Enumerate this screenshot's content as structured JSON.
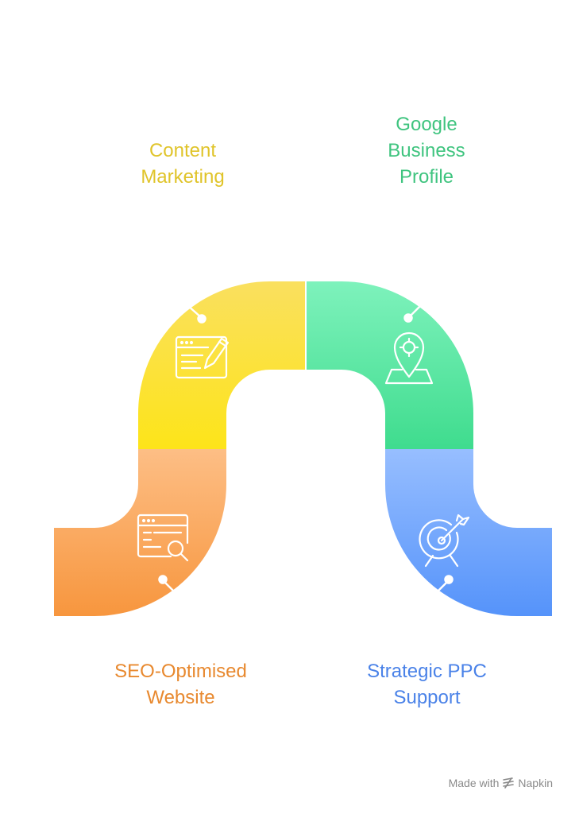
{
  "steps": [
    {
      "label": "SEO-Optimised\nWebsite",
      "color": "#F7963E",
      "icon": "seo-search-icon"
    },
    {
      "label": "Content\nMarketing",
      "color": "#E8CF17",
      "icon": "content-editing-icon"
    },
    {
      "label": "Google\nBusiness\nProfile",
      "color": "#3FC784",
      "icon": "map-location-pin-icon"
    },
    {
      "label": "Strategic PPC\nSupport",
      "color": "#4F8EF0",
      "icon": "target-arrow-icon"
    }
  ],
  "footer": {
    "made_with": "Made with",
    "brand": "Napkin"
  }
}
